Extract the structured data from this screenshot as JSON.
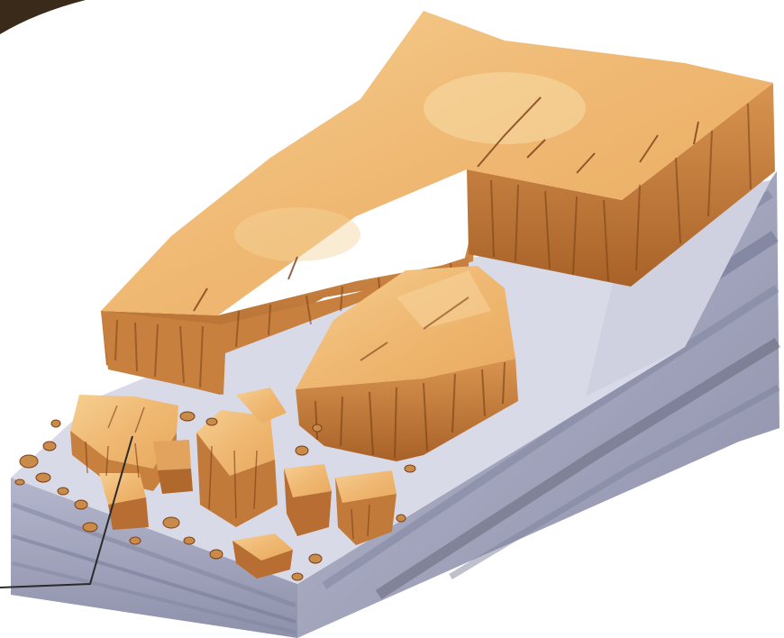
{
  "diagram": {
    "kind": "rockfall-illustration",
    "labels": [],
    "colors": {
      "rock_top": "#efb872",
      "rock_top_light": "#f7d49a",
      "rock_face": "#c8803f",
      "rock_face_dark": "#8a4f1f",
      "crack": "#7a3f16",
      "bedrock_top": "#d9dae8",
      "bedrock_side": "#a9acc4",
      "bedrock_stripe": "#7e829c",
      "bedrock_dark": "#5a5d70",
      "leader_line": "#2b2b2b",
      "corner_mark": "#3a2a1a"
    },
    "parts": [
      "intact-cliff",
      "detached-block",
      "rubble-pile",
      "bedrock-slope",
      "leader-line"
    ]
  }
}
